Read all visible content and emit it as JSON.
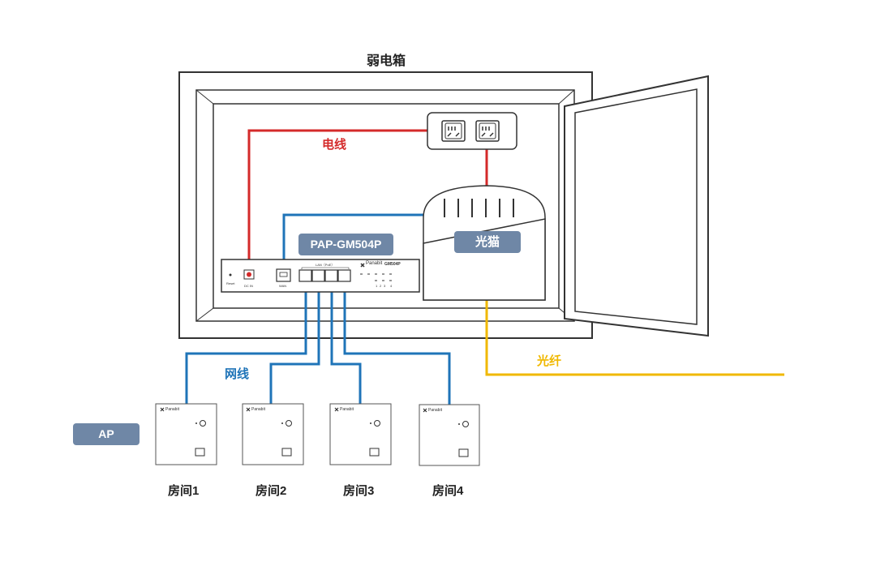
{
  "title": "弱电箱",
  "labels": {
    "power_line": "电线",
    "network_cable": "网线",
    "fiber": "光纤",
    "router_model": "PAP-GM504P",
    "optical_modem": "光猫",
    "ap": "AP"
  },
  "router": {
    "brand": "Panabit",
    "model": "GM504P",
    "lan_header": "LAN（PoE）",
    "reset": "Reset",
    "dc_in": "DC IN",
    "wan": "WAN",
    "port_numbers": [
      "1",
      "2",
      "3",
      "4"
    ]
  },
  "ap_panels": [
    {
      "brand": "Panabit",
      "room": "房间1"
    },
    {
      "brand": "Panabit",
      "room": "房间2"
    },
    {
      "brand": "Panabit",
      "room": "房间3"
    },
    {
      "brand": "Panabit",
      "room": "房间4"
    }
  ],
  "colors": {
    "power_line": "#d42a2a",
    "network_cable": "#1f74b8",
    "fiber": "#f0b800",
    "label_fill": "#6f87a6",
    "cabinet_stroke": "#333333"
  }
}
